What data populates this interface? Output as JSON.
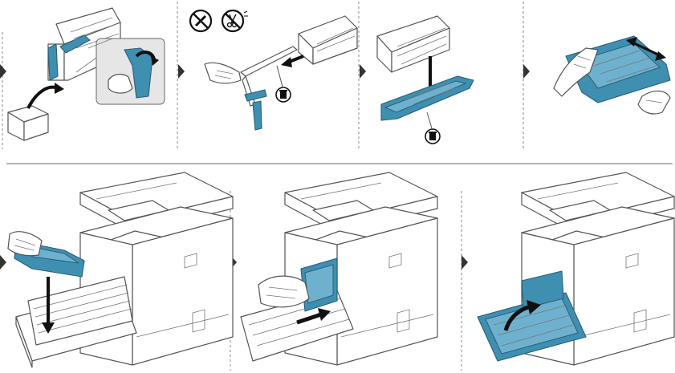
{
  "rows": [
    {
      "name": "unpack-steps",
      "steps": 4
    },
    {
      "name": "install-steps",
      "steps": 3
    }
  ],
  "colors": {
    "accent": "#3f8fb1",
    "accent_dark": "#2a5f78",
    "line": "#555555",
    "step_marker": "#333333"
  },
  "icons": [
    "no-knife-icon",
    "no-scissors-icon",
    "trash-bin-icon",
    "step-arrow-icon"
  ]
}
